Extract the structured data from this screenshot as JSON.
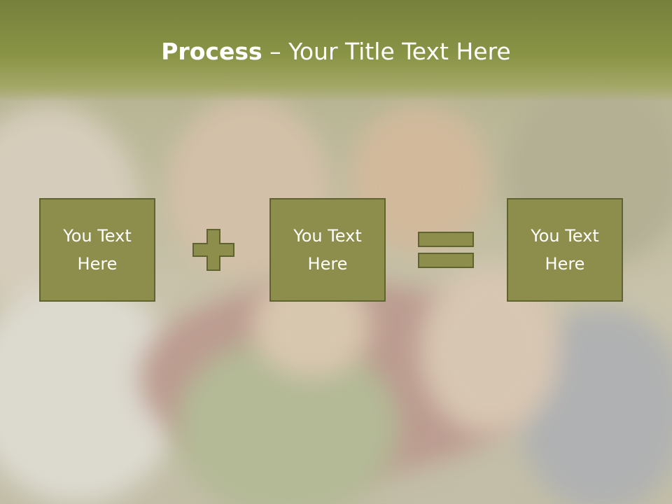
{
  "title": {
    "bold": "Process",
    "rest": " – Your Title Text Here"
  },
  "boxes": [
    {
      "line1": "You Text",
      "line2": "Here"
    },
    {
      "line1": "You Text",
      "line2": "Here"
    },
    {
      "line1": "You Text",
      "line2": "Here"
    }
  ],
  "operators": [
    "plus-icon",
    "equals-icon"
  ],
  "colors": {
    "banner": "#808a40",
    "box_fill": "#8d8d4c",
    "box_border": "#5f6330",
    "operator_fill": "#8d8d4c",
    "text": "#ffffff"
  }
}
